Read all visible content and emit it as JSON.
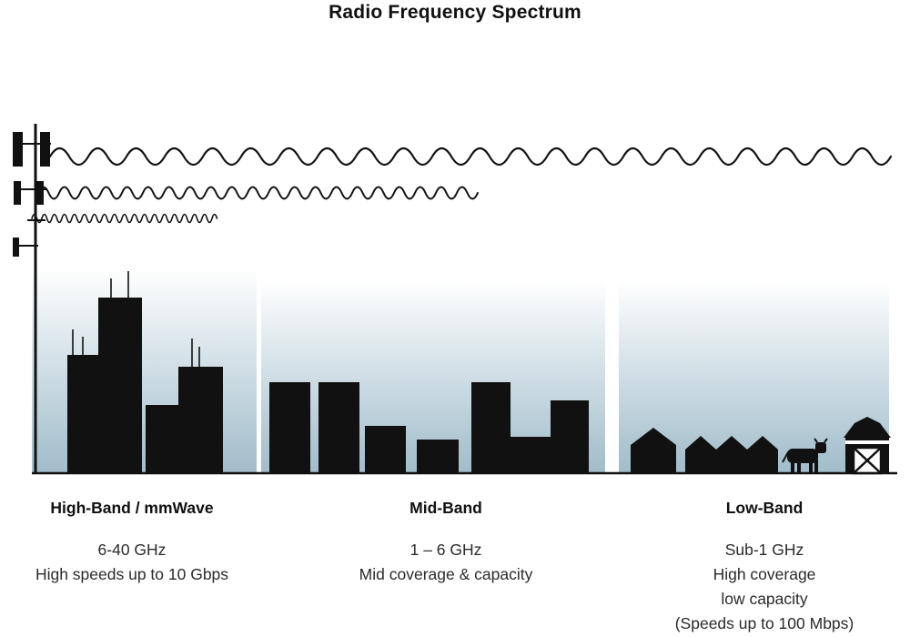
{
  "title": "Radio Frequency Spectrum",
  "bands": [
    {
      "name": "High-Band / mmWave",
      "frequency": "6-40 GHz",
      "details": [
        "High speeds up to 10 Gbps"
      ]
    },
    {
      "name": "Mid-Band",
      "frequency": "1 – 6 GHz",
      "details": [
        "Mid coverage & capacity"
      ]
    },
    {
      "name": "Low-Band",
      "frequency": "Sub-1 GHz",
      "details": [
        "High coverage",
        "low capacity",
        "(Speeds up to 100 Mbps)"
      ]
    }
  ],
  "icons": {
    "tower": "cell-tower-icon",
    "long_wave": "low-band-wave-icon",
    "medium_wave": "mid-band-wave-icon",
    "short_wave": "high-band-wave-icon",
    "city_skyline": "highband-city-skyline-icon",
    "town_skyline": "midband-town-skyline-icon",
    "rural_scene": "lowband-rural-icon",
    "cow": "cow-icon",
    "barn": "barn-icon",
    "houses": "house-icon"
  },
  "colors": {
    "ink": "#111111",
    "text": "#2b2b2b",
    "sky_top": "#ffffff",
    "sky_bottom": "#a2bcca"
  }
}
